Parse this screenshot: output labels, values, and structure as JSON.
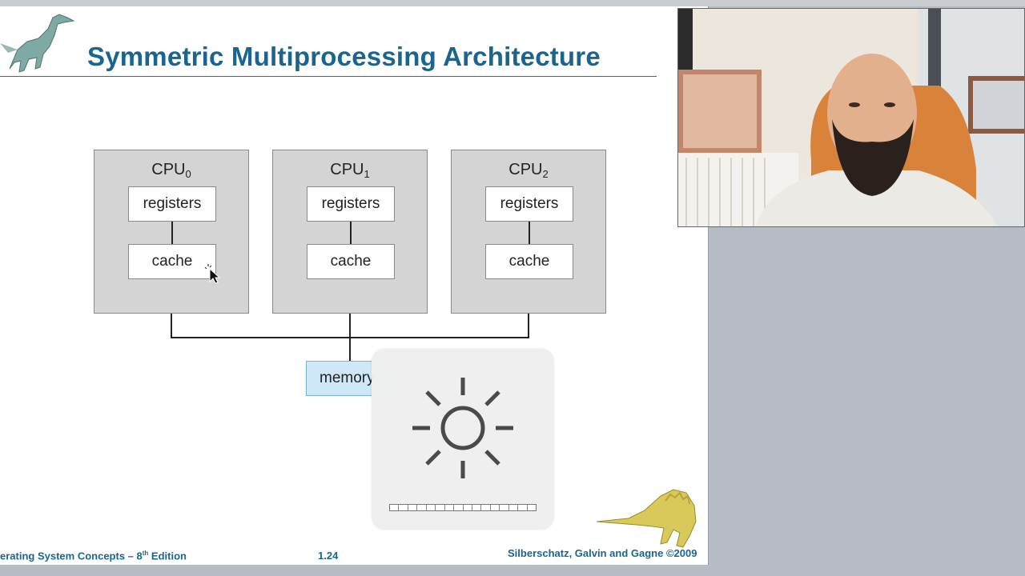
{
  "slide": {
    "title": "Symmetric Multiprocessing Architecture",
    "cpus": [
      {
        "label": "CPU",
        "sub": "0",
        "registers": "registers",
        "cache": "cache"
      },
      {
        "label": "CPU",
        "sub": "1",
        "registers": "registers",
        "cache": "cache"
      },
      {
        "label": "CPU",
        "sub": "2",
        "registers": "registers",
        "cache": "cache"
      }
    ],
    "memory_label": "memory",
    "footer": {
      "left_text": "erating System Concepts – 8",
      "left_sup": "th",
      "left_tail": " Edition",
      "page": "1.24",
      "right": "Silberschatz, Galvin and Gagne ©2009"
    }
  },
  "brightness_hud": {
    "icon": "sun-icon",
    "segments_total": 16,
    "level": 0
  },
  "colors": {
    "title": "#1a6590",
    "cpu_box": "#d4d4d4",
    "memory_box": "#cfe8f7"
  }
}
